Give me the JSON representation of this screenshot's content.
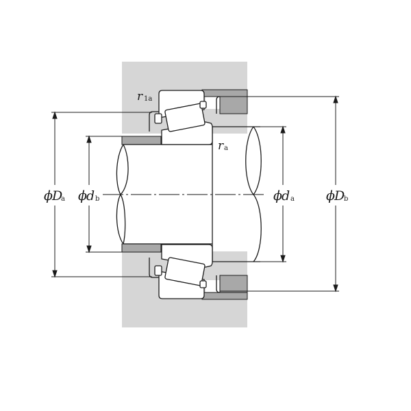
{
  "diagram": {
    "type": "tapered-roller-bearing-mounting-dimensions",
    "colors": {
      "housing": "#d6d6d6",
      "shoulder": "#a8a8a8",
      "line": "#1a1a1a",
      "background": "#ffffff"
    },
    "labels": {
      "ra1": {
        "main": "r",
        "sub": "1a"
      },
      "ra": {
        "main": "r",
        "sub": "a"
      },
      "Da": {
        "phi": "ϕ",
        "main": "D",
        "sub": "a"
      },
      "db": {
        "phi": "ϕ",
        "main": "d",
        "sub": "b"
      },
      "da": {
        "phi": "ϕ",
        "main": "d",
        "sub": "a"
      },
      "Db": {
        "phi": "ϕ",
        "main": "D",
        "sub": "b"
      }
    }
  }
}
